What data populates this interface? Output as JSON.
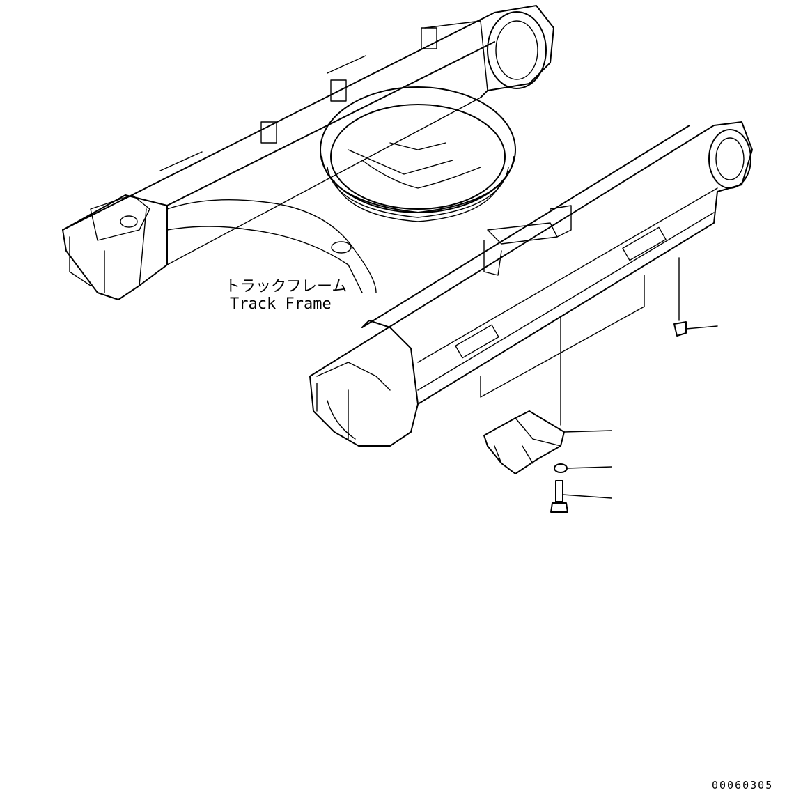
{
  "labels": {
    "track_frame_jp": "トラックフレーム",
    "track_frame_en": "Track Frame",
    "drawing_number": "00060305"
  }
}
